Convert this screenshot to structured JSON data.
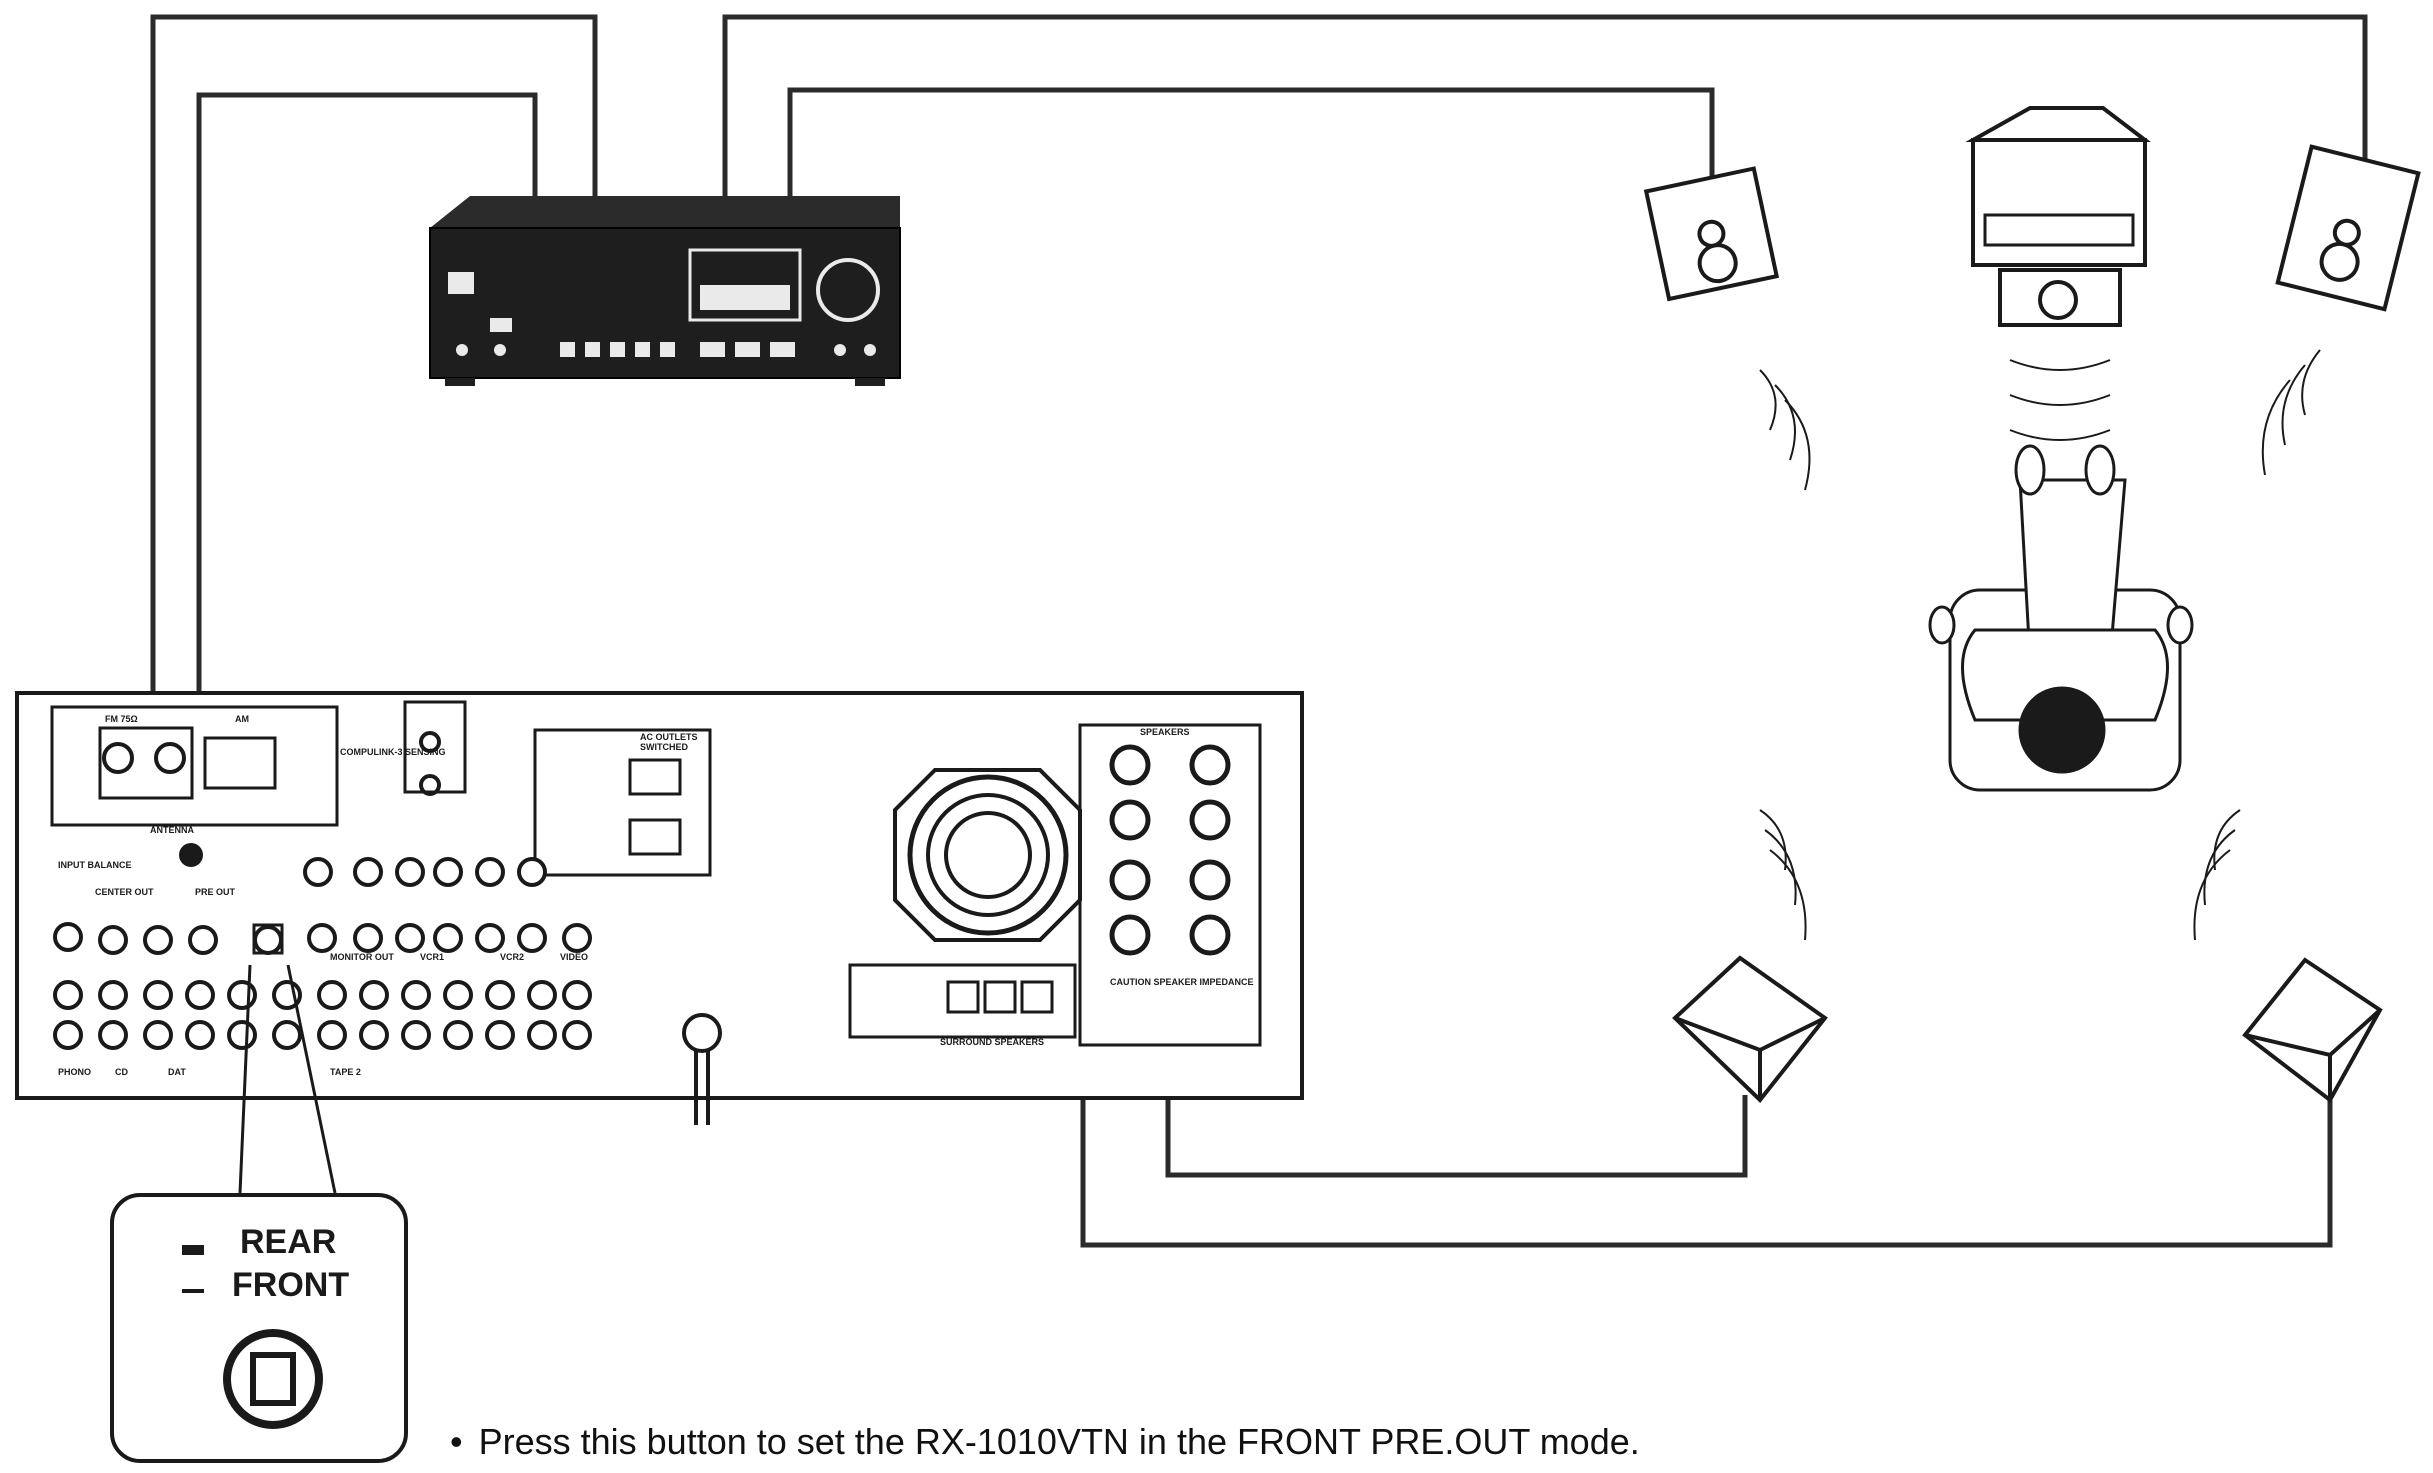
{
  "inset": {
    "rear_label": "REAR",
    "front_label": "FRONT"
  },
  "instruction": {
    "bullet": "•",
    "text": "Press this button to set the RX-1010VTN in the FRONT PRE.OUT mode."
  },
  "panel_labels": {
    "fm_label": "FM 75Ω",
    "am_label": "AM",
    "antenna": "ANTENNA",
    "compulink": "COMPULINK-3 SENSING",
    "ac_outlets": "AC OUTLETS",
    "switched": "SWITCHED",
    "input_balance": "INPUT BALANCE",
    "center_out": "CENTER OUT",
    "pre_out": "PRE OUT",
    "monitor_out": "MONITOR OUT",
    "vcr1": "VCR1",
    "vcr2": "VCR2",
    "video": "VIDEO",
    "phono": "PHONO",
    "cd": "CD",
    "dat": "DAT",
    "tape2": "TAPE 2",
    "speakers": "SPEAKERS",
    "surround_speakers": "SURROUND SPEAKERS",
    "caution": "CAUTION SPEAKER IMPEDANCE"
  },
  "colors": {
    "ink": "#1a1a1a",
    "paper": "#ffffff",
    "wire": "#2b2b2b"
  }
}
